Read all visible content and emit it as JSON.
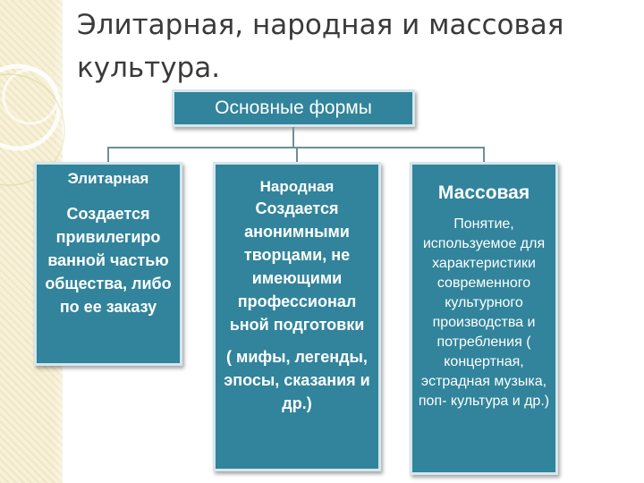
{
  "title": "Элитарная, народная и массовая культура.",
  "root": {
    "label": "Основные формы"
  },
  "columns": [
    {
      "heading": "Элитарная",
      "body": "Создается привилегиро ванной частью общества, либо по ее заказу"
    },
    {
      "heading": "Народная",
      "body": "Создается анонимными творцами, не имеющими профессионал ьной подготовки",
      "extra": "( мифы, легенды, эпосы, сказания и др.)"
    },
    {
      "heading": "Массовая",
      "body": "Понятие, используемое для характеристики современного культурного производства и потребления ( концертная, эстрадная музыка, поп- культура и др.)"
    }
  ],
  "colors": {
    "box_fill": "#31849b",
    "box_border": "#d4e6ec",
    "title_text": "#3a3a3a",
    "connector": "#6c8f9b",
    "decor": "#efe6c4"
  }
}
